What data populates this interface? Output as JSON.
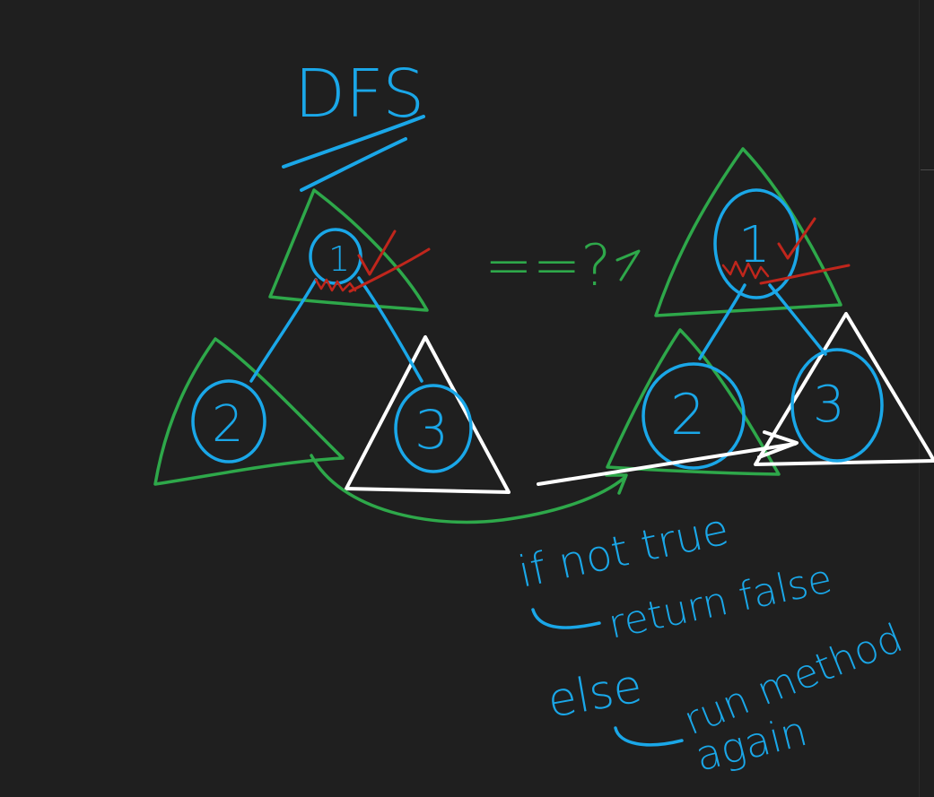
{
  "title": "DFS",
  "compare_symbol": "==?",
  "left_tree": {
    "nodes": [
      "1",
      "2",
      "3"
    ]
  },
  "right_tree": {
    "nodes": [
      "1",
      "2",
      "3"
    ]
  },
  "notes": {
    "line1": "if not true",
    "line2": "return false",
    "line3": "else",
    "line4": "run method",
    "line5": "again"
  },
  "colors": {
    "background": "#1f1f1f",
    "ink_blue": "#1aa7e8",
    "ink_green": "#2ea84a",
    "ink_white": "#ffffff",
    "ink_red": "#c0261c"
  }
}
